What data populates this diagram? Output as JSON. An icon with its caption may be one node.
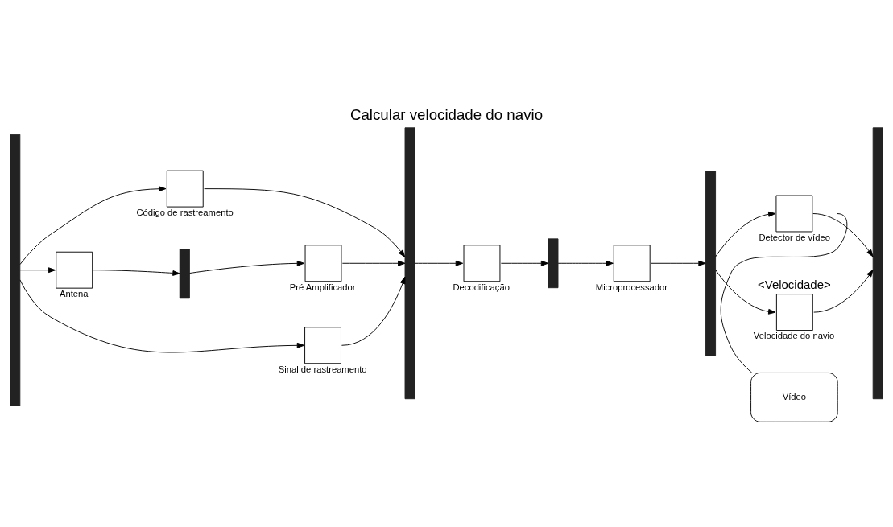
{
  "diagram": {
    "title": "Calcular velocidade do navio",
    "nodes": [
      {
        "text": [],
        "shape": "bar"
      },
      {
        "text": [
          "Código de rastreamento"
        ]
      },
      {
        "text": [
          "Antena"
        ]
      },
      {
        "text": [],
        "shape": "bar"
      },
      {
        "text": [
          "Pré Amplificador"
        ]
      },
      {
        "text": [
          "Sinal de rastreamento"
        ]
      },
      {
        "text": [],
        "shape": "bar"
      },
      {
        "text": [
          "Decodificação"
        ]
      },
      {
        "text": [],
        "shape": "bar"
      },
      {
        "text": [
          "Microprocessador"
        ]
      },
      {
        "text": [],
        "shape": "bar"
      },
      {
        "text": [
          "Vídeo"
        ]
      },
      {
        "text": [
          "Detector de vídeo"
        ]
      },
      {
        "text": [
          "Velocidade do navio"
        ],
        "beside": [
          "<Velocidade>"
        ]
      },
      {
        "text": [],
        "shape": "bar"
      }
    ],
    "edges": [
      {
        "from": 0,
        "to": 1,
        "arrow": "to"
      },
      {
        "from": 1,
        "to": 6,
        "arrow": "to"
      },
      {
        "from": 0,
        "to": 2,
        "arrow": "to"
      },
      {
        "from": 2,
        "to": 3,
        "arrow": "to"
      },
      {
        "from": 3,
        "to": 4,
        "arrow": "to"
      },
      {
        "from": 4,
        "to": 6,
        "arrow": "to"
      },
      {
        "from": 0,
        "to": 5,
        "arrow": "to"
      },
      {
        "from": 5,
        "to": 6,
        "arrow": "to"
      },
      {
        "from": 6,
        "to": 7,
        "arrow": "to"
      },
      {
        "from": 7,
        "to": 8,
        "arrow": "to"
      },
      {
        "from": 8,
        "to": 9,
        "arrow": "to"
      },
      {
        "from": 9,
        "to": 10,
        "arrow": "to"
      },
      {
        "from": 10,
        "to": 12,
        "arrow": "to"
      },
      {
        "from": 12,
        "to": 14,
        "arrow": "to"
      },
      {
        "from": 10,
        "to": 13,
        "arrow": "to"
      },
      {
        "from": 13,
        "to": 14,
        "arrow": "to"
      },
      {
        "from": 11,
        "to": 12,
        "arrow": "none"
      }
    ]
  }
}
